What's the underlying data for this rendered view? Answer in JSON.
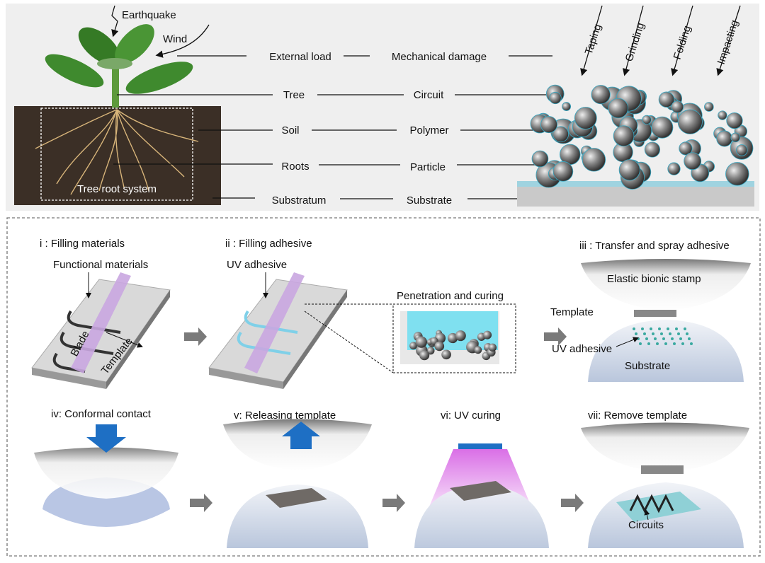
{
  "top_panel": {
    "loads": {
      "earthquake": "Earthquake",
      "wind": "Wind"
    },
    "left_labels": [
      "External load",
      "Tree",
      "Soil",
      "Roots",
      "Substratum"
    ],
    "right_labels": [
      "Mechanical damage",
      "Circuit",
      "Polymer",
      "Particle",
      "Substrate"
    ],
    "root_box_label": "Tree root system",
    "damage_types": [
      "Taping",
      "Grinding",
      "Folding",
      "Impacting"
    ]
  },
  "bottom_panel": {
    "step1": {
      "title": "i : Filling materials",
      "functional": "Functional materials",
      "blade": "Blade",
      "template": "Template"
    },
    "step2": {
      "title": "ii : Filling adhesive",
      "uv": "UV adhesive",
      "inset": "Penetration and curing"
    },
    "step3": {
      "title": "iii : Transfer and spray adhesive",
      "stamp": "Elastic bionic stamp",
      "template": "Template",
      "uv": "UV adhesive",
      "substrate": "Substrate"
    },
    "step4": {
      "title": "iv: Conformal contact"
    },
    "step5": {
      "title": "v: Releasing template"
    },
    "step6": {
      "title": "vi: UV curing"
    },
    "step7": {
      "title": "vii: Remove template",
      "circuits": "Circuits"
    }
  },
  "colors": {
    "panel_bg": "#efefef",
    "soil": "#3b2f26",
    "leaf": "#3f8a2e",
    "polymer": "#3aa9c4",
    "uv_blue": "#1e6fc4",
    "uv_light": "#d04be0",
    "arrow_gray": "#7a7a7a"
  }
}
